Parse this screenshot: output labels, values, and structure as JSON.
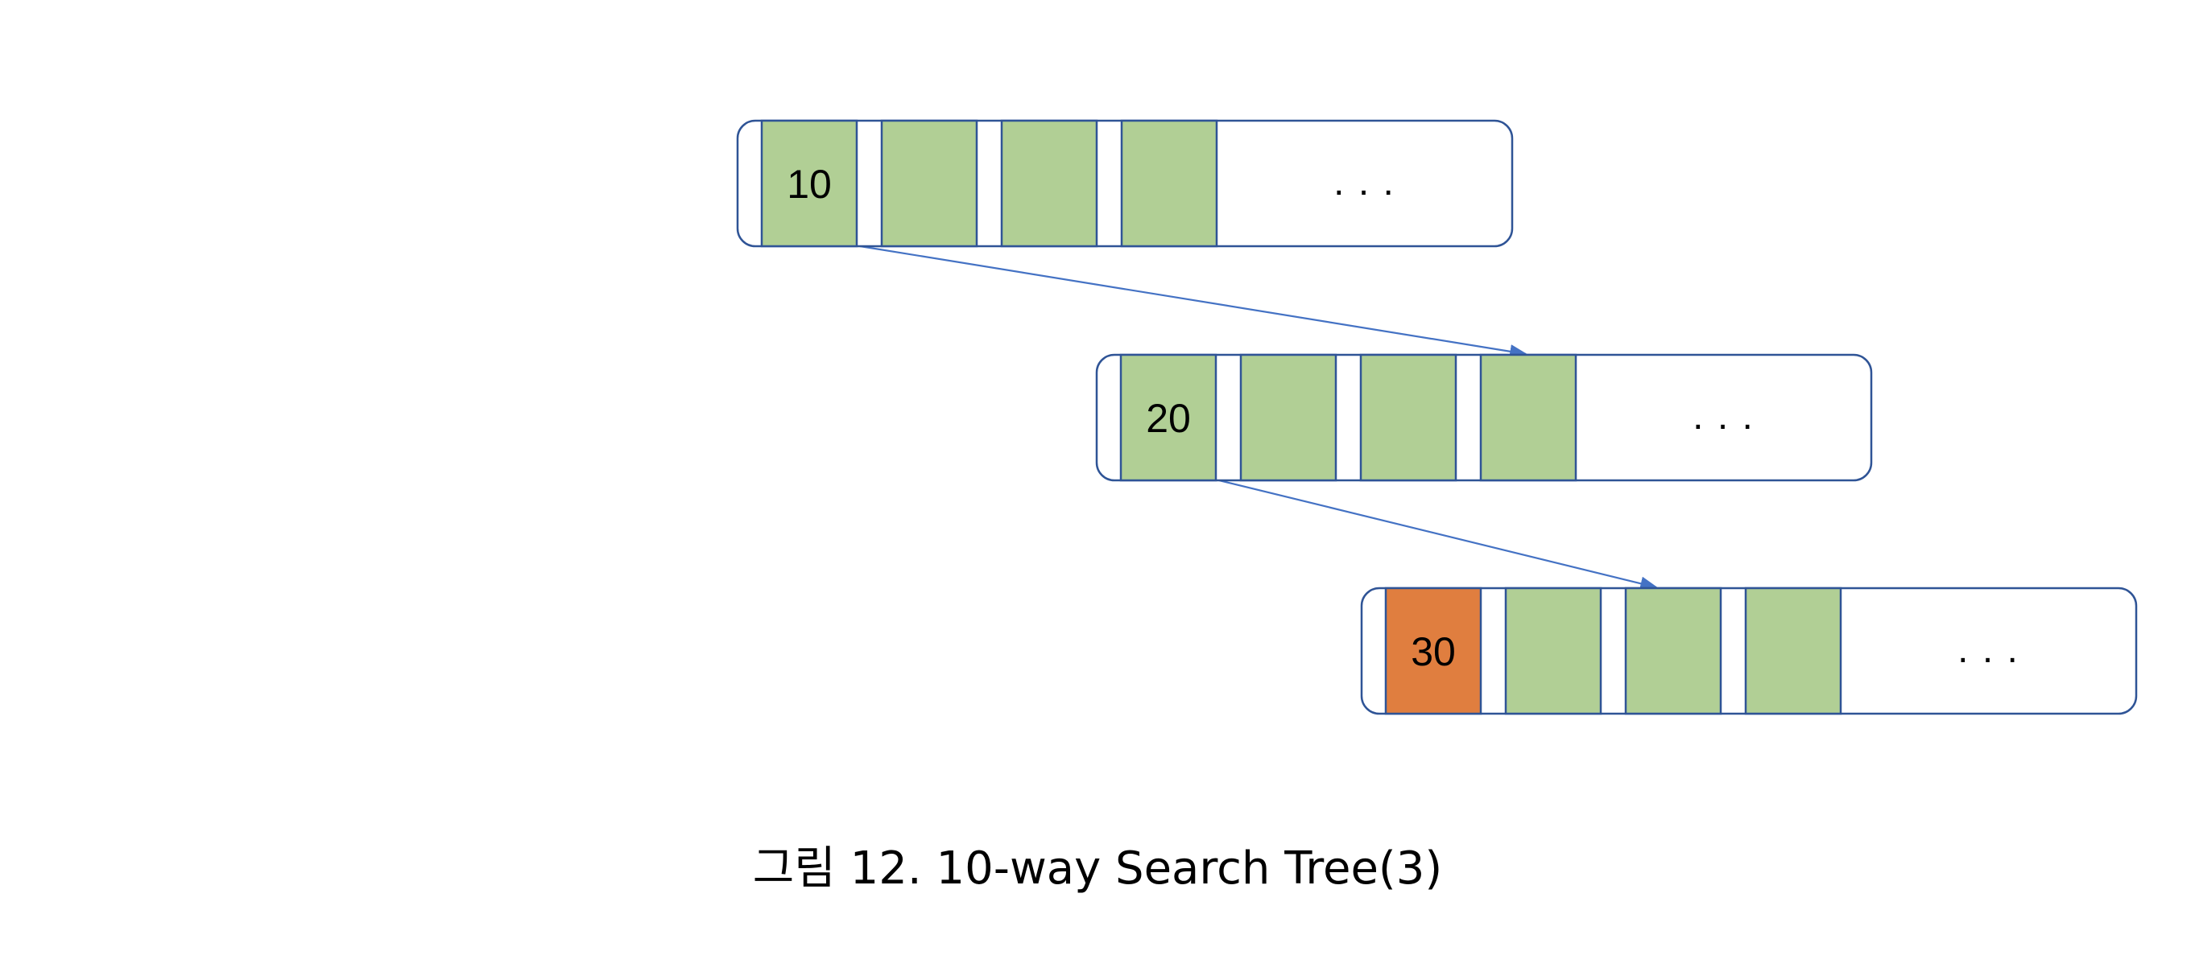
{
  "colors": {
    "border": "#2F5496",
    "arrow": "#4472C4",
    "key_fill": "#B1CF95",
    "highlight_fill": "#E07E3F",
    "node_fill": "#FFFFFF",
    "text": "#000000"
  },
  "nodes": [
    {
      "keys": [
        "10",
        "",
        "",
        ""
      ],
      "highlighted_key_index": null,
      "ellipsis": ". . ."
    },
    {
      "keys": [
        "20",
        "",
        "",
        ""
      ],
      "highlighted_key_index": null,
      "ellipsis": ". . ."
    },
    {
      "keys": [
        "30",
        "",
        "",
        ""
      ],
      "highlighted_key_index": 0,
      "ellipsis": ". . ."
    }
  ],
  "edges": [
    {
      "from_node": 0,
      "to_node": 1
    },
    {
      "from_node": 1,
      "to_node": 2
    }
  ],
  "caption": {
    "prefix": "그림",
    "text": "12. 10-way Search Tree(3)"
  }
}
